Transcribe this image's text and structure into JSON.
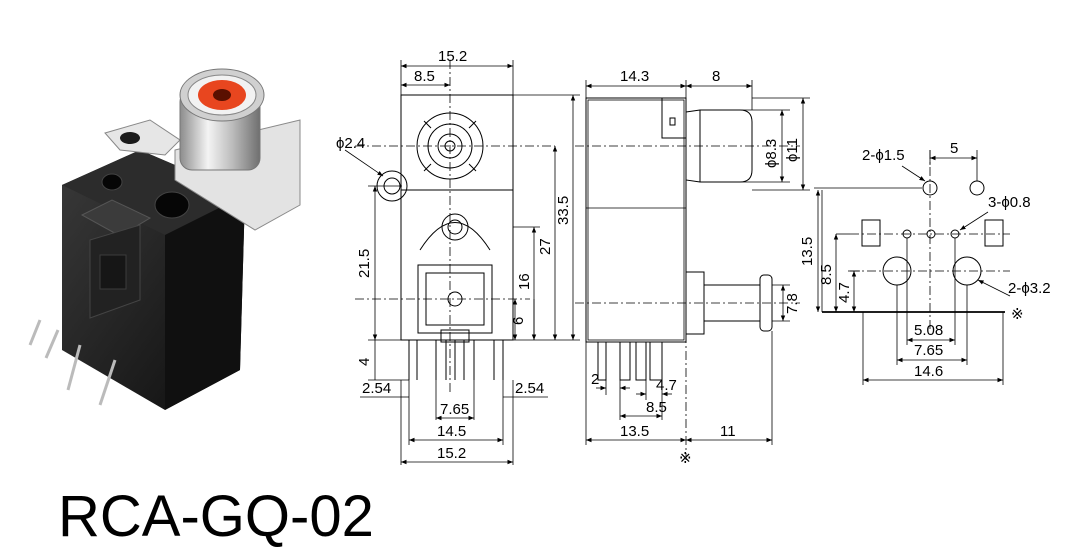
{
  "title": "RCA-GQ-02",
  "reference_mark": "※",
  "colors": {
    "jack_insulator": "#e8461f",
    "body": "#1c1c1c",
    "metal": "#d9d9d9"
  },
  "front_view": {
    "width_top": "15.2",
    "offset_top": "8.5",
    "hole_dia": "ϕ2.4",
    "h_21_5": "21.5",
    "h_27": "27",
    "h_33_5": "33.5",
    "h_16": "16",
    "h_6": "6",
    "h_4": "4",
    "pitch_left": "2.54",
    "pitch_right": "2.54",
    "w_7_65": "7.65",
    "w_14_5": "14.5",
    "w_15_2": "15.2"
  },
  "side_view": {
    "body_depth": "14.3",
    "jack_len": "8",
    "dia_8_3": "ϕ8.3",
    "dia_11": "ϕ11",
    "h_7_8": "7.8",
    "pin_2": "2",
    "pin_4_7": "4.7",
    "pin_8_5": "8.5",
    "base_13_5": "13.5",
    "base_11": "11"
  },
  "footprint": {
    "holes_1_5": "2-ϕ1.5",
    "spacing_5": "5",
    "holes_0_8": "3-ϕ0.8",
    "holes_3_2": "2-ϕ3.2",
    "h_13_5": "13.5",
    "h_8_5": "8.5",
    "h_4_7": "4.7",
    "w_5_08": "5.08",
    "w_7_65": "7.65",
    "w_14_6": "14.6"
  }
}
